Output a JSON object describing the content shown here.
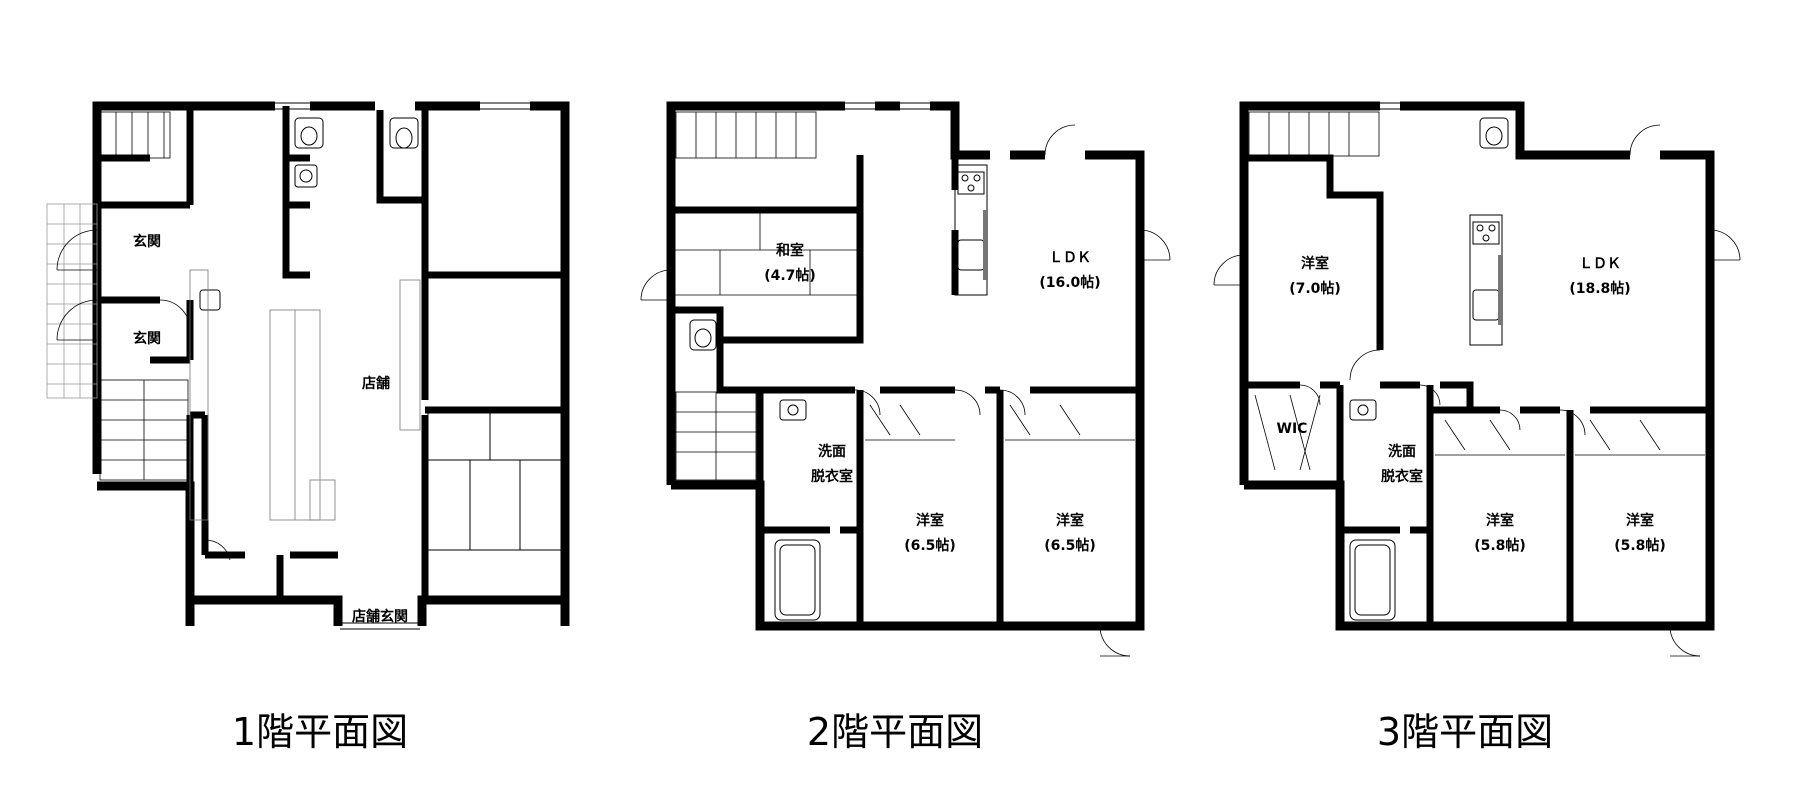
{
  "floors": [
    {
      "title": "1階平面図",
      "rooms": [
        {
          "text": "玄関"
        },
        {
          "text": "玄関"
        },
        {
          "text": "店舗"
        },
        {
          "text": "店舗玄関"
        }
      ]
    },
    {
      "title": "2階平面図",
      "rooms": [
        {
          "text": "和室",
          "sub": "(4.7帖)"
        },
        {
          "text": "ＬＤＫ",
          "sub": "(16.0帖)"
        },
        {
          "text": "洗面",
          "sub": "脱衣室"
        },
        {
          "text": "洋室",
          "sub": "(6.5帖)"
        },
        {
          "text": "洋室",
          "sub": "(6.5帖)"
        }
      ]
    },
    {
      "title": "3階平面図",
      "rooms": [
        {
          "text": "洋室",
          "sub": "(7.0帖)"
        },
        {
          "text": "ＬＤＫ",
          "sub": "(18.8帖)"
        },
        {
          "text": "WIC"
        },
        {
          "text": "洗面",
          "sub": "脱衣室"
        },
        {
          "text": "洋室",
          "sub": "(5.8帖)"
        },
        {
          "text": "洋室",
          "sub": "(5.8帖)"
        }
      ]
    }
  ]
}
